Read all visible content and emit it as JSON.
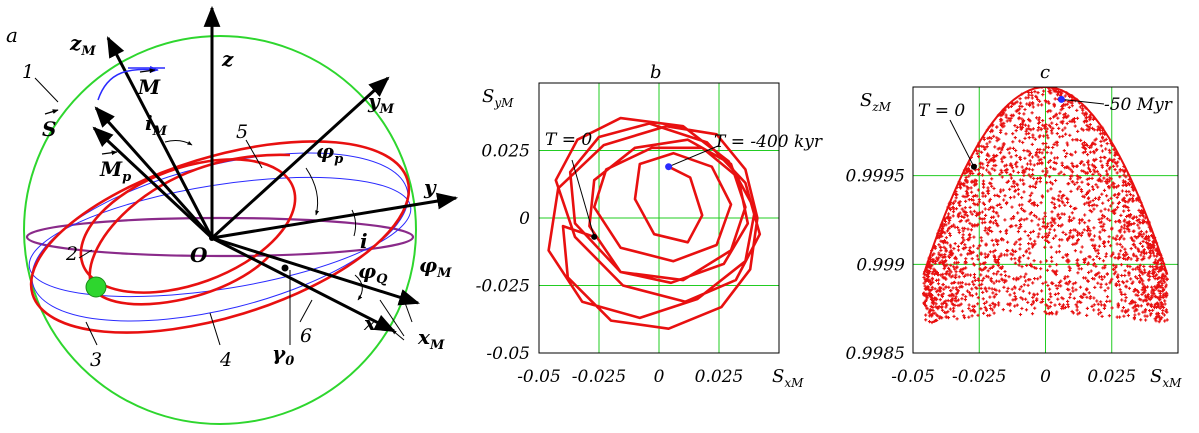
{
  "panel_a": {
    "letter": "a",
    "axes": {
      "zM": "z",
      "zM_sub": "M",
      "z": "z",
      "yM": "y",
      "yM_sub": "M",
      "y": "y",
      "x": "x",
      "xM": "x",
      "xM_sub": "M",
      "O": "O"
    },
    "vectors": {
      "S": "S",
      "M": "M",
      "Mp": "M",
      "Mp_sub": "p"
    },
    "angles": {
      "iM": "i",
      "iM_sub": "M",
      "phi_p": "φ",
      "phi_p_sub": "p",
      "i": "i",
      "phi_Q": "φ",
      "phi_Q_sub": "Q",
      "phi_M": "φ",
      "phi_M_sub": "M",
      "gamma0": "γ",
      "gamma0_sub": "0"
    },
    "numbers": [
      "1",
      "2",
      "3",
      "4",
      "5",
      "6"
    ],
    "colors": {
      "sphere": "#2ed62e",
      "orbit": "#e81010",
      "ecliptic": "#2a2aff",
      "planet": "#2ed62e"
    }
  },
  "chart_data": [
    {
      "panel": "b",
      "type": "line",
      "title": "b",
      "xlabel": "S",
      "xlabel_sub": "xM",
      "ylabel": "S",
      "ylabel_sub": "yM",
      "xlim": [
        -0.05,
        0.05
      ],
      "ylim": [
        -0.05,
        0.05
      ],
      "xticks": [
        "-0.05",
        "-0.025",
        "0",
        "0.025"
      ],
      "yticks": [
        "0.025",
        "0",
        "-0.025",
        "-0.05"
      ],
      "grid": true,
      "annotations": [
        {
          "text": "T = 0",
          "x": -0.027,
          "y": -0.007
        },
        {
          "text": "T = -400 kyr",
          "x": 0.004,
          "y": 0.019
        }
      ],
      "series": [
        {
          "color": "#e81010",
          "x": [
            0.004,
            0.013,
            0.018,
            0.012,
            -0.002,
            -0.01,
            -0.008,
            0.006,
            0.022,
            0.03,
            0.024,
            0.006,
            -0.016,
            -0.027,
            -0.022,
            -0.003,
            0.018,
            0.033,
            0.037,
            0.027,
            0.005,
            -0.016,
            -0.029,
            -0.027,
            -0.01,
            0.012,
            0.03,
            0.036,
            0.03,
            0.01,
            -0.016,
            -0.035,
            -0.037,
            -0.025,
            -0.004,
            0.02,
            0.036,
            0.042,
            0.032,
            0.011,
            -0.015,
            -0.035,
            -0.043,
            -0.034,
            -0.016,
            0.01,
            0.029,
            0.04,
            0.036,
            0.016,
            -0.008,
            -0.032,
            -0.046,
            -0.042,
            -0.023,
            0.003,
            0.024,
            0.036,
            0.041,
            0.038,
            0.026,
            0.004,
            -0.02,
            -0.038,
            -0.04,
            -0.027
          ],
          "y": [
            0.019,
            0.015,
            0.001,
            -0.009,
            -0.006,
            0.007,
            0.02,
            0.024,
            0.019,
            0.005,
            -0.01,
            -0.016,
            -0.011,
            0.004,
            0.018,
            0.026,
            0.026,
            0.015,
            -0.002,
            -0.017,
            -0.024,
            -0.02,
            -0.003,
            0.014,
            0.026,
            0.029,
            0.02,
            0.004,
            -0.012,
            -0.023,
            -0.02,
            -0.002,
            0.017,
            0.03,
            0.035,
            0.028,
            0.013,
            -0.006,
            -0.023,
            -0.031,
            -0.025,
            -0.007,
            0.014,
            0.029,
            0.037,
            0.034,
            0.021,
            0.003,
            -0.016,
            -0.03,
            -0.037,
            -0.031,
            -0.012,
            0.011,
            0.027,
            0.034,
            0.031,
            0.018,
            0.0,
            -0.019,
            -0.033,
            -0.041,
            -0.038,
            -0.022,
            -0.003,
            -0.007
          ]
        }
      ]
    },
    {
      "panel": "c",
      "type": "scatter",
      "title": "c",
      "xlabel": "S",
      "xlabel_sub": "xM",
      "ylabel": "S",
      "ylabel_sub": "zM",
      "xlim": [
        -0.05,
        0.05
      ],
      "ylim": [
        0.9985,
        1.0
      ],
      "xticks": [
        "-0.05",
        "-0.025",
        "0",
        "0.025"
      ],
      "yticks": [
        "0.9995",
        "0.999",
        "0.9985"
      ],
      "grid": true,
      "envelope": "S_zM ≤ sqrt(1 − S_xM²)",
      "annotations": [
        {
          "text": "T = 0",
          "x": -0.027,
          "y": 0.99955
        },
        {
          "text": "-50 Myr",
          "x": 0.006,
          "y": 0.99993
        }
      ],
      "series": [
        {
          "color": "#e81010",
          "n_points": 2600,
          "x_range": [
            -0.046,
            0.046
          ],
          "y_range": [
            0.99865,
            1.0
          ]
        }
      ]
    }
  ]
}
